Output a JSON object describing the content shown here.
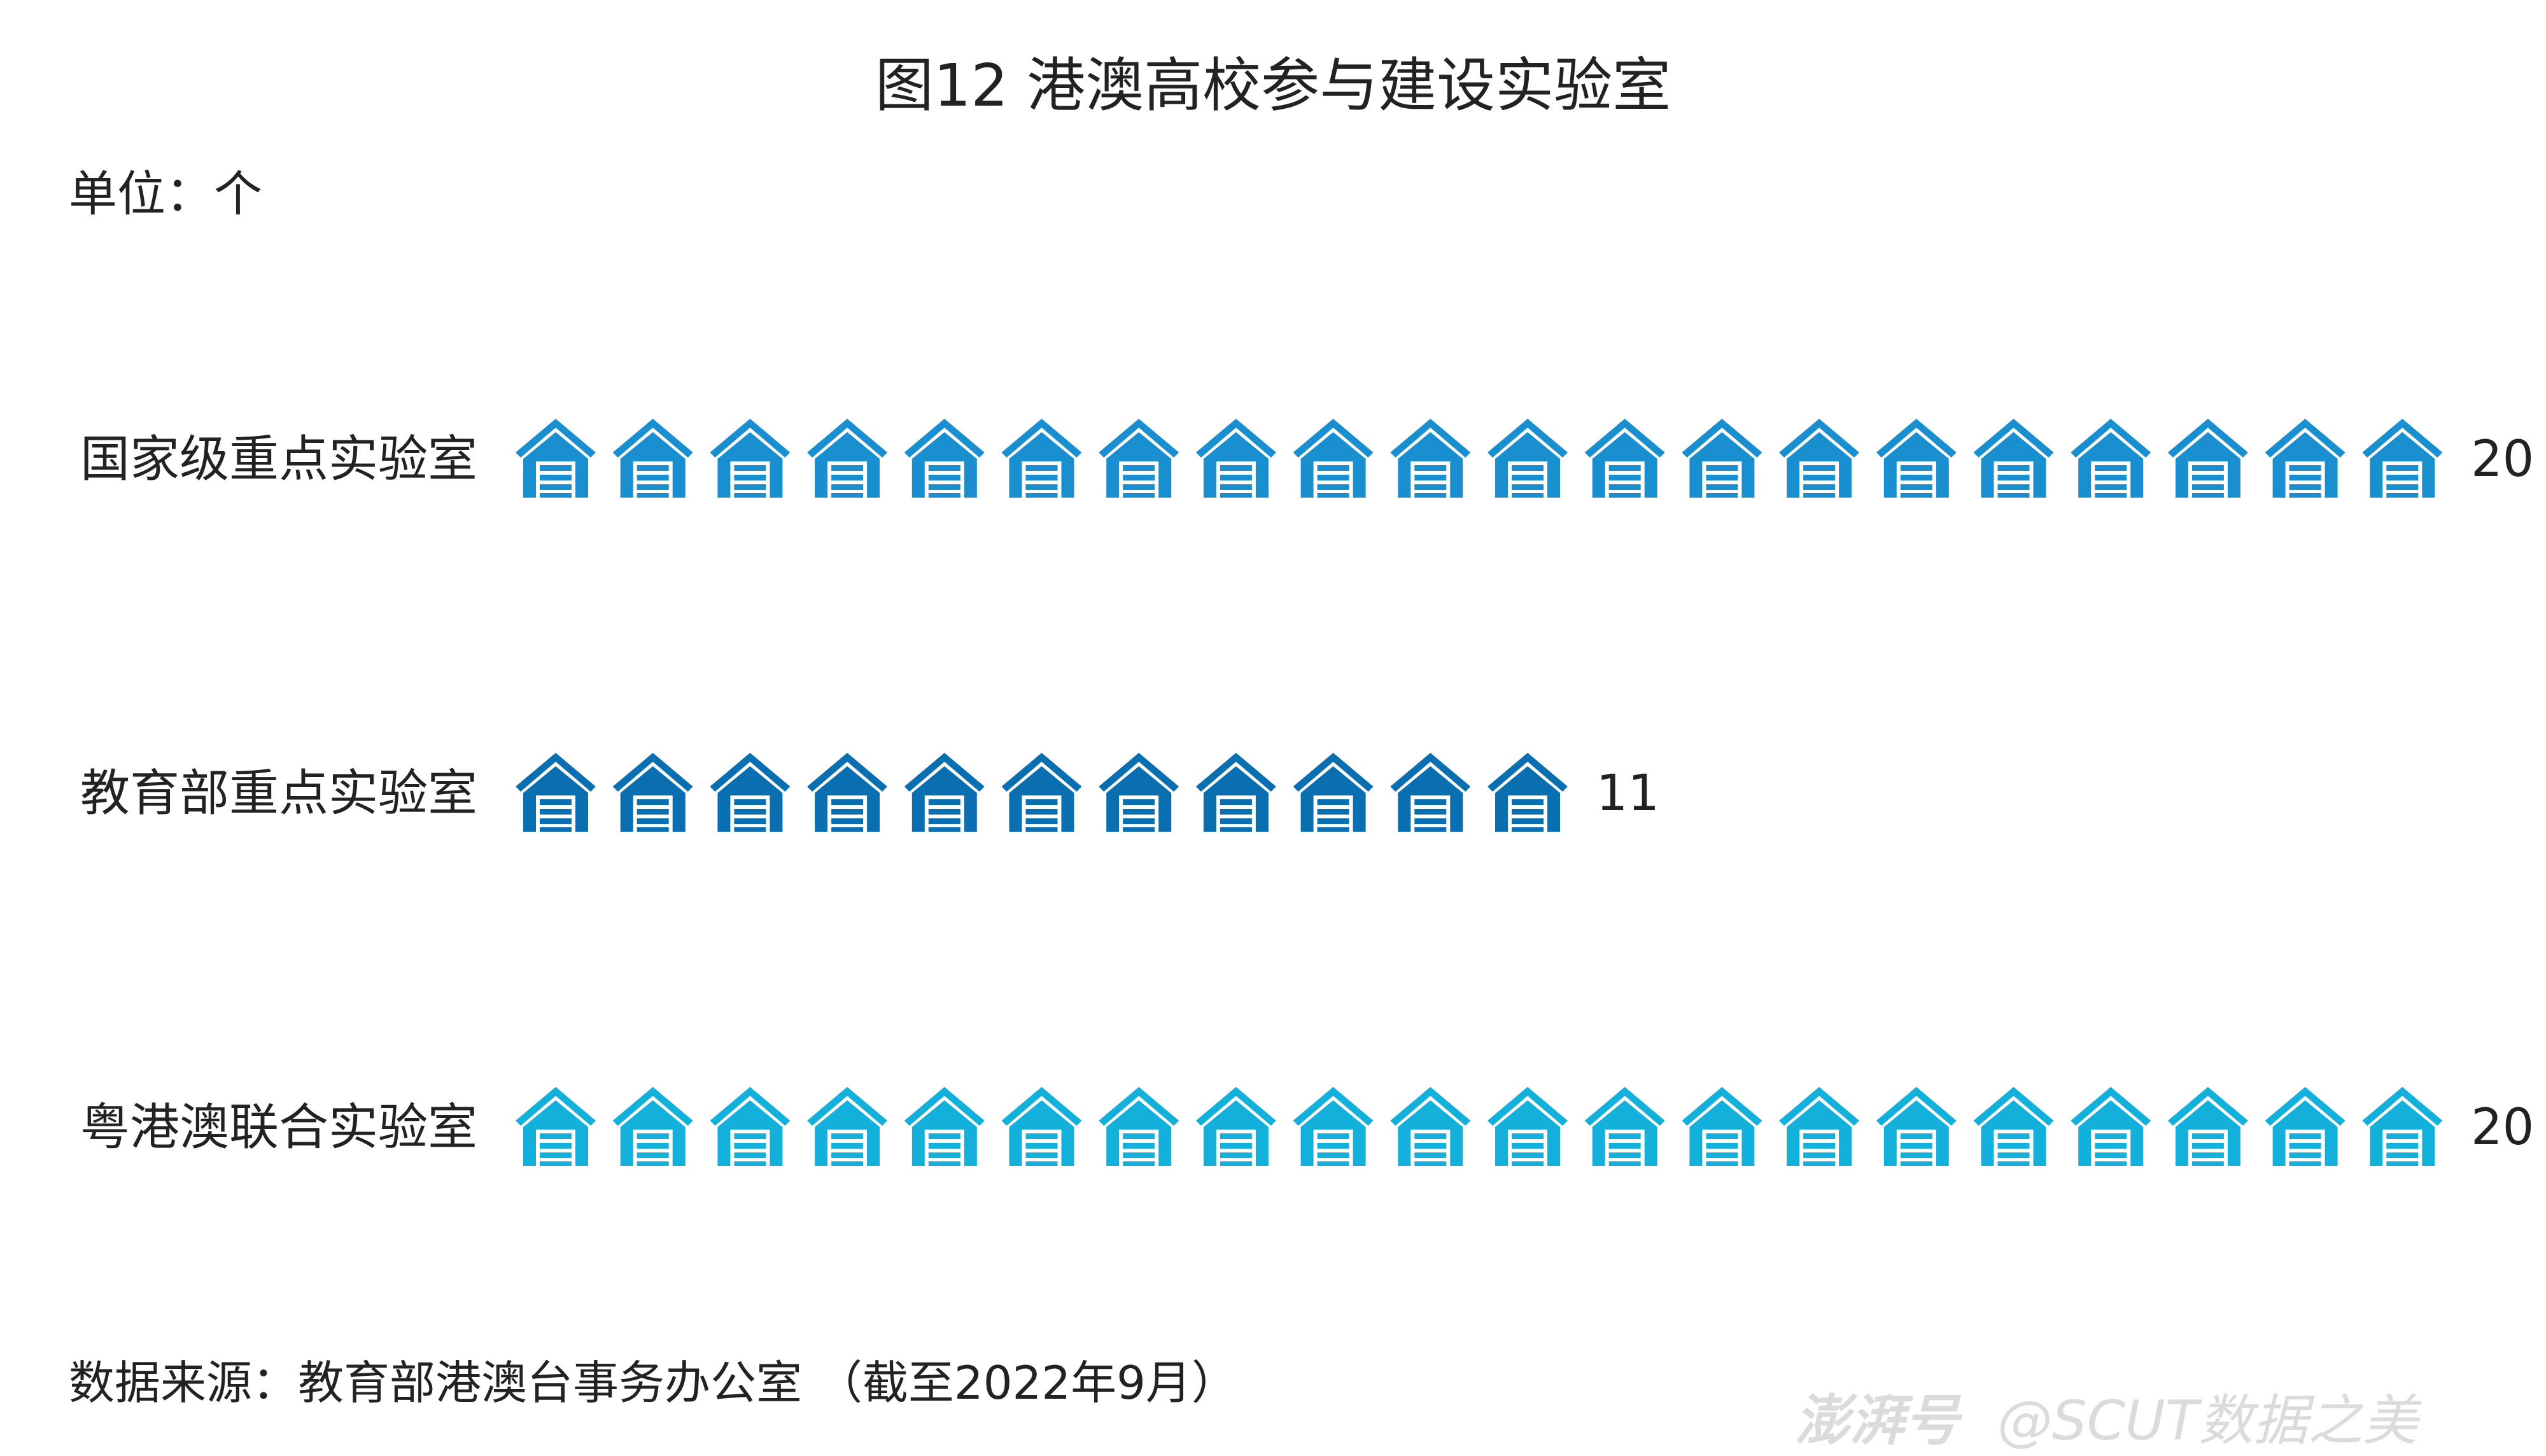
{
  "chart_data": {
    "type": "bar",
    "title": "图12 港澳高校参与建设实验室",
    "unit_label": "单位：个",
    "categories": [
      "国家级重点实验室",
      "教育部重点实验室",
      "粤港澳联合实验室"
    ],
    "values": [
      20,
      11,
      20
    ],
    "value_labels": [
      "20",
      "11",
      "20"
    ],
    "colors": [
      "#1a8fd0",
      "#0a6fb0",
      "#14b0dc"
    ],
    "icon": "house-icon",
    "icon_unit": 1
  },
  "source": "数据来源：教育部港澳台事务办公室 （截至2022年9月）",
  "watermark": {
    "brand": "澎湃号",
    "account": "@SCUT数据之美"
  }
}
